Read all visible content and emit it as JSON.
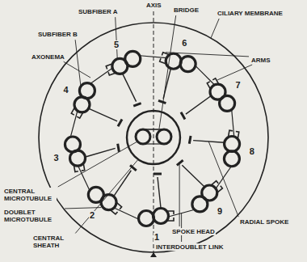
{
  "diagram": {
    "labels": [
      "AXIS",
      "SUBFIBER A",
      "BRIDGE",
      "CILIARY MEMBRANE",
      "SUBFIBER B",
      "AXONEMA",
      "ARMS",
      "CENTRAL MICROTUBULE",
      "DOUBLET MICROTUBULE",
      "CENTRAL SHEATH",
      "INTERDOUBLET LINK",
      "SPOKE HEAD",
      "RADIAL SPOKE",
      "1",
      "2",
      "3",
      "4",
      "5",
      "6",
      "7",
      "8",
      "9"
    ]
  }
}
